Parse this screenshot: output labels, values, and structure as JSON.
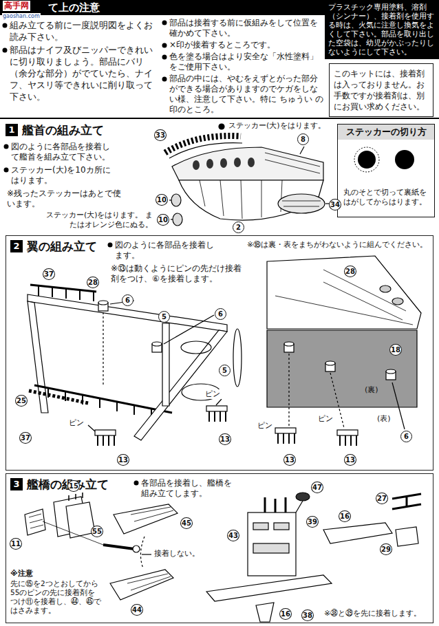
{
  "diagram": {
    "nodes": [
      {
        "text": [
          "て上の注意",
          "組み立てる前に一度説明図をよくお読み下さい。",
          "部品はナイフ及びニッパーできれいに切り取りましょう。部品にバリ（余分な部分）がでていたら、ナイフ、ヤスリ等できれいに削り取って下さい。",
          "部品は接着する前に仮組みをして位置を確かめて下さい。",
          "×印が接着するところです。",
          "色を塗る場合はより安全な「水性塗料」をご使用下さい。",
          "部品の中には、やむをえずとがった部分ができる場合がありますのでケガをしない様、注意して下さい。特に ちゅうい の印のところ。"
        ]
      },
      {
        "text": [
          "プラスチック専用塗料、溶剤（シンナー）、接着剤を使用する時は、火気に注意し換気をよくして下さい。部品を取り出した空袋は、幼児がかぶったりしないようにして下さい。"
        ]
      },
      {
        "text": [
          "このキットには、接着剤は入っておりません。お手数ですが接着剤は、別にお買い求めください。"
        ]
      },
      {
        "text": [
          "1",
          "艦首の組み立て",
          "図のように各部品を接着して艦首を組み立て下さい。",
          "ステッカー(大)を10カ所にはります。",
          "※残ったステッカーはあとで使います。"
        ]
      },
      {
        "text": [
          "ステッカーの切り方",
          "丸のそとで切って裏紙をはがしてからはります。"
        ],
        "in": 3
      },
      {
        "text": [
          "2",
          "翼の組み立て",
          "図のように各部品を接着します。",
          "※⑬は動くようにピンの先だけ接着剤をつけ、⑥を接着します。",
          "※⑱は裏・表をまちがわないように組んでください。"
        ]
      },
      {
        "text": [
          "3",
          "艦橋の組み立て",
          "各部品を接着し、艦橋を組み立てします。",
          "※注意",
          "先に⑮を2つとおしてから55のピンの先に接着剤をつけ⑪を接着し、㊹、㊺ではさみます。",
          "※㊳と㊴を先に接着します。"
        ]
      }
    ],
    "labels": [
      "高手网",
      "gaoshan.com",
      "33",
      "ステッカー(大)をはります。",
      "8",
      "10",
      "ステッカー(大)をはります。 またはオレンジ色にぬる。",
      "10",
      "2",
      "34",
      "37",
      "28",
      "6",
      "5",
      "6",
      "5",
      "25",
      "37",
      "ピン",
      "13",
      "ピン",
      "13",
      "28",
      "18",
      "(裏)",
      "(表)",
      "ピン",
      "13",
      "ピン",
      "6",
      "13",
      "15",
      "11",
      "45",
      "55",
      "44",
      "接着しない。",
      "47",
      "39",
      "43",
      "16",
      "16",
      "38",
      "27",
      "29"
    ]
  }
}
